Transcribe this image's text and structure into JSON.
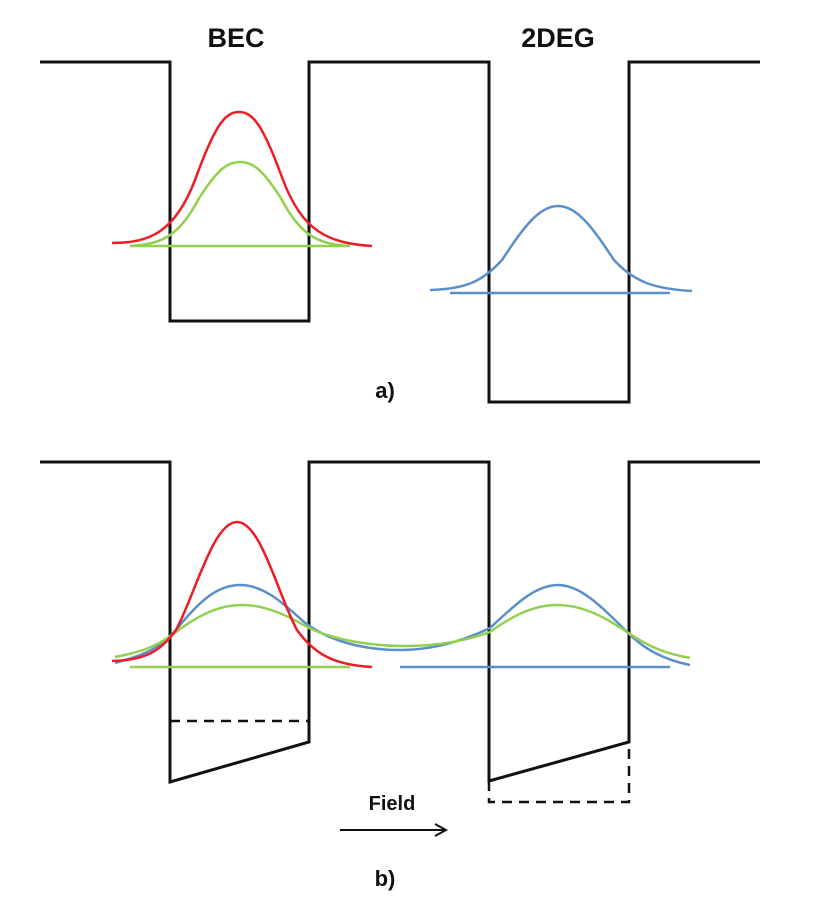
{
  "labels": {
    "bec": "BEC",
    "twodeg": "2DEG",
    "panel_a": "a)",
    "panel_b": "b)",
    "field": "Field"
  },
  "colors": {
    "line": "#111111",
    "red": "#ee1c24",
    "green": "#92d050",
    "blue": "#5b8fc9"
  }
}
